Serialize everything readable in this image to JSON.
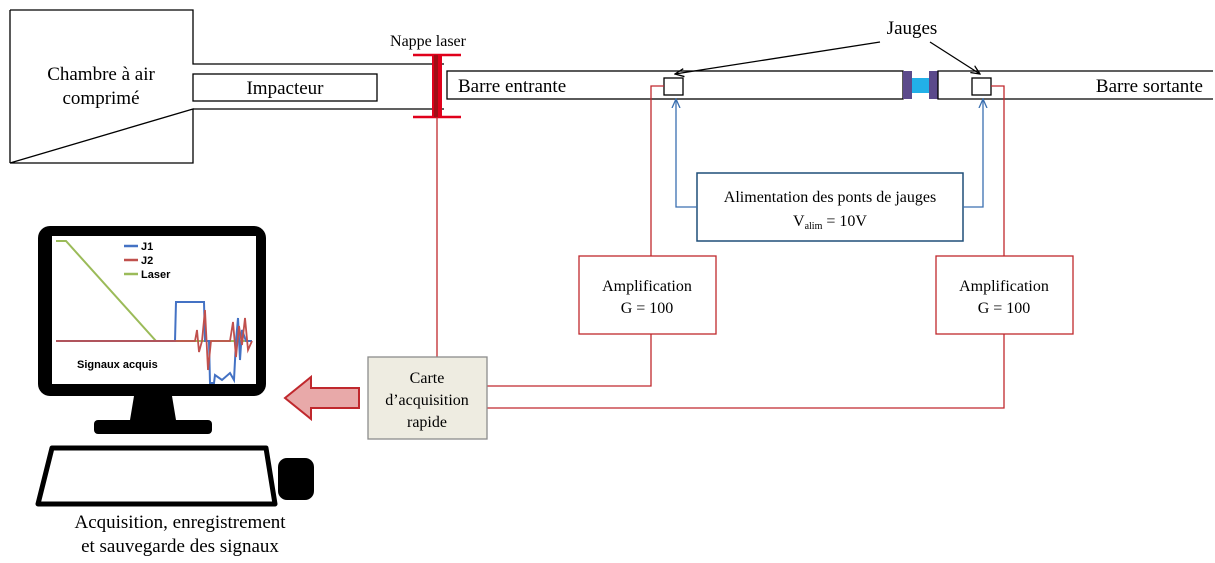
{
  "colors": {
    "signal_wire": "#c0282d",
    "supply_wire": "#3a6fb0",
    "laser_bar": "#e0001b",
    "laser_bar_dark": "#9e0f16",
    "specimen": "#22b0e8",
    "specimen_plates": "#5b4a8b",
    "acq_card_fill": "#eeece1",
    "acq_arrow": "#e8a9a9",
    "series_j1": "#4472c4",
    "series_j2": "#c0504d",
    "series_laser": "#9bbb59"
  },
  "labels": {
    "chamber_line1": "Chambre à air",
    "chamber_line2": "comprimé",
    "impactor": "Impacteur",
    "laser_sheet": "Nappe laser",
    "input_bar": "Barre entrante",
    "output_bar": "Barre sortante",
    "gauges": "Jauges",
    "supply_line1": "Alimentation des ponts de jauges",
    "supply_v": "V",
    "supply_sub": "alim",
    "supply_value": " = 10V",
    "amp_left_line1": "Amplification",
    "amp_left_line2": "G = 100",
    "amp_right_line1": "Amplification",
    "amp_right_line2": "G = 100",
    "card_line1": "Carte",
    "card_line2": "d’acquisition",
    "card_line3": "rapide",
    "caption_line1": "Acquisition, enregistrement",
    "caption_line2": "et sauvegarde des signaux"
  },
  "screen_plot": {
    "legend": [
      "J1",
      "J2",
      "Laser"
    ],
    "caption": "Signaux acquis"
  }
}
